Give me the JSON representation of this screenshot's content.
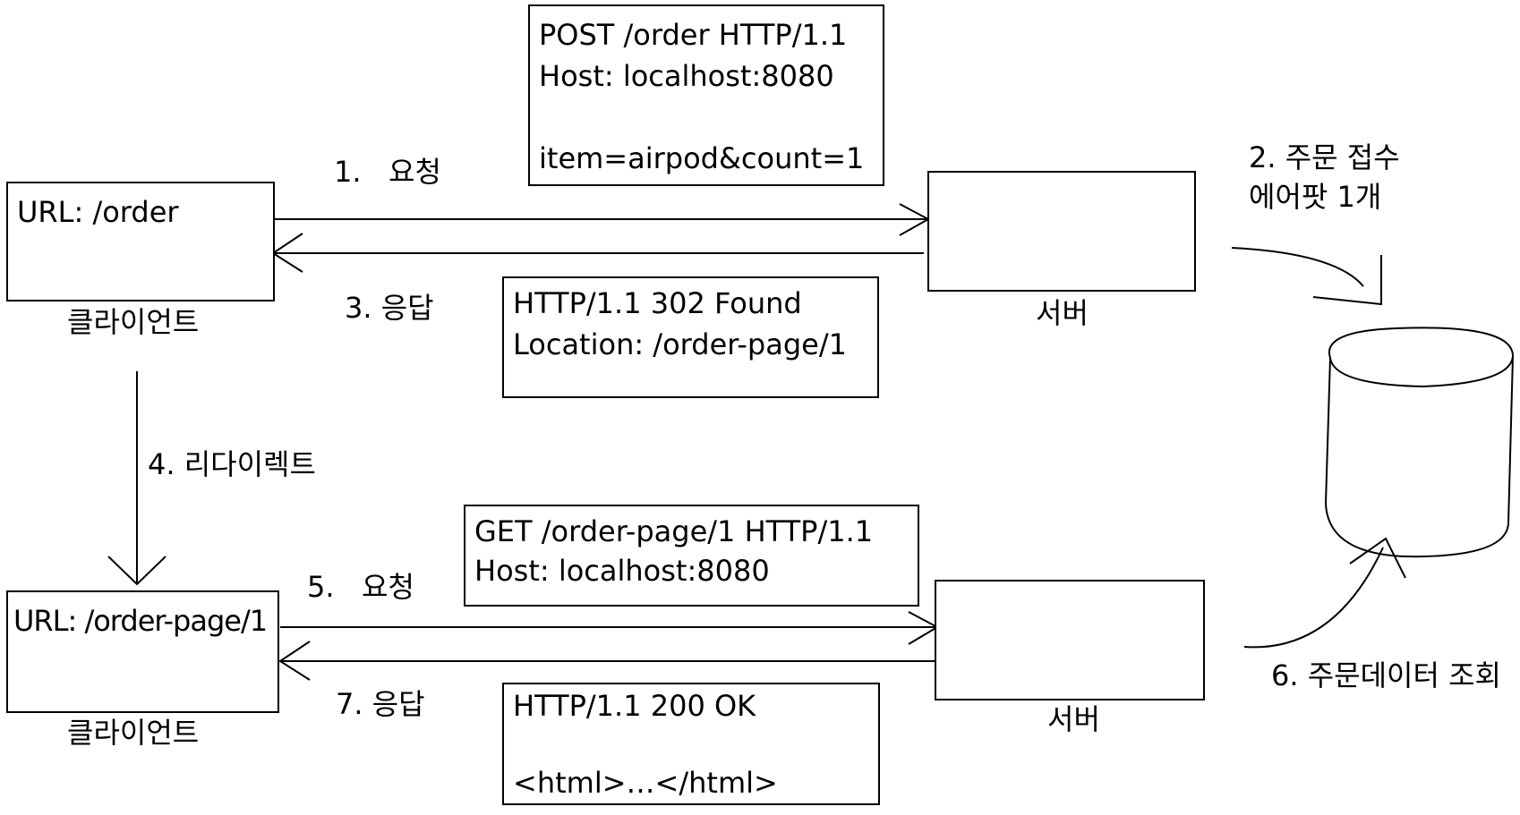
{
  "top": {
    "client": {
      "url": "URL: /order",
      "label": "클라이언트"
    },
    "server": {
      "label": "서버"
    },
    "request": {
      "step": "1.   요청",
      "lines": [
        "POST /order HTTP/1.1",
        "Host: localhost:8080",
        "",
        "item=airpod&count=1"
      ]
    },
    "response": {
      "step": "3. 응답",
      "lines": [
        "HTTP/1.1 302 Found",
        "Location: /order-page/1"
      ]
    },
    "db_step": {
      "line1": "2. 주문 접수",
      "line2": "에어팟 1개"
    }
  },
  "redirect": {
    "step": "4. 리다이렉트"
  },
  "bottom": {
    "client": {
      "url": "URL: /order-page/1",
      "label": "클라이언트"
    },
    "server": {
      "label": "서버"
    },
    "request": {
      "step": "5.   요청",
      "lines": [
        "GET /order-page/1 HTTP/1.1",
        "Host: localhost:8080"
      ]
    },
    "response": {
      "step": "7. 응답",
      "lines": [
        "HTTP/1.1 200 OK",
        "",
        "<html>…</html>"
      ]
    },
    "db_step": {
      "line1": "6. 주문데이터 조회"
    }
  },
  "database": {
    "icon": "database-cylinder-icon"
  }
}
